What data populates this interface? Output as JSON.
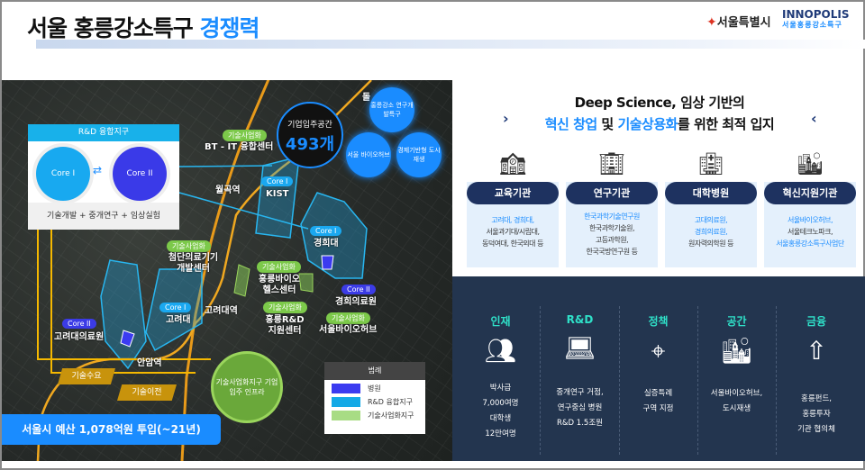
{
  "header": {
    "title_main": "서울 홍릉강소특구",
    "title_accent": "경쟁력",
    "logo_seoul": "서울특별시",
    "logo_innopolis": "INNOPOLIS",
    "logo_innopolis_sub": "서울홍릉강소특구"
  },
  "map": {
    "rd_box": {
      "title": "R&D 융합지구",
      "core1": "Core I",
      "core2": "Core II",
      "footer": "기술개발 + 중개연구 + 임상실험"
    },
    "space": {
      "label": "기업입주공간",
      "value": "493개"
    },
    "circles": [
      "홍릉강소 연구개발특구",
      "서울 바이오허브",
      "경제기반형 도시재생"
    ],
    "station_partial": "돌",
    "places": {
      "bt_it": "BT - IT 융합센터",
      "wolgok": "월곡역",
      "kist": "KIST",
      "khu": "경희대",
      "medical_device": "첨단의료기기 개발센터",
      "bio_health": "홍릉바이오 헬스센터",
      "khu_hospital": "경희의료원",
      "hongneung_rd": "홍릉R&D 지원센터",
      "bio_hub": "서울바이오허브",
      "ku": "고려대",
      "ku_station": "고려대역",
      "ku_hospital": "고려대의료원",
      "anam": "안암역"
    },
    "tags": {
      "commercialization": "기술사업화",
      "core1": "Core I",
      "core2": "Core II"
    },
    "flows": {
      "demand": "기술수요",
      "transfer": "기술이전"
    },
    "green_zone": "기술사업화지구 기업입주 인프라",
    "legend": {
      "title": "범례",
      "items": [
        {
          "label": "병원",
          "color": "#3b3bf0"
        },
        {
          "label": "R&D 융합지구",
          "color": "#14a9e6"
        },
        {
          "label": "기술사업화지구",
          "color": "#a8dc84"
        }
      ]
    },
    "budget": "서울시 예산 1,078억원 투입(~21년)"
  },
  "right": {
    "headline1": "Deep Science, 임상 기반의",
    "headline2_a": "혁신 창업",
    "headline2_b": " 및 ",
    "headline2_c": "기술상용화",
    "headline2_d": "를 위한 최적 입지",
    "cards": [
      {
        "title": "교육기관",
        "icon": "school-icon",
        "lines": [
          "고려대, 경희대,",
          "서울과기대/시립대,",
          "동덕여대, 한국외대 등"
        ]
      },
      {
        "title": "연구기관",
        "icon": "research-building-icon",
        "lines": [
          "한국과학기술연구원",
          "한국과학기술원,",
          "고등과학원,",
          "한국국방연구원 등"
        ]
      },
      {
        "title": "대학병원",
        "icon": "hospital-icon",
        "lines": [
          "고대의료원,",
          "경희의료원,",
          "원자력의학원 등"
        ]
      },
      {
        "title": "혁신지원기관",
        "icon": "office-buildings-icon",
        "lines": [
          "서울바이오허브,",
          "서울테크노파크,",
          "서울홍릉강소특구사업단"
        ]
      }
    ],
    "pillars": [
      {
        "title": "인재",
        "icon": "people-icon",
        "lines": [
          "박사급",
          "7,000여명",
          "대학생",
          "12만여명"
        ]
      },
      {
        "title": "R&D",
        "icon": "researcher-laptop-icon",
        "lines": [
          "중개연구 거점,",
          "연구중심 병원",
          "R&D 1.5조원"
        ]
      },
      {
        "title": "정책",
        "icon": "target-touch-icon",
        "lines": [
          "실증특례",
          "구역 지정"
        ]
      },
      {
        "title": "공간",
        "icon": "skyscraper-icon",
        "lines": [
          "서울바이오허브,",
          "도시재생"
        ]
      },
      {
        "title": "금융",
        "icon": "coins-up-icon",
        "lines": [
          "홍릉펀드,",
          "홍릉투자",
          "기관 협의체"
        ]
      }
    ]
  }
}
